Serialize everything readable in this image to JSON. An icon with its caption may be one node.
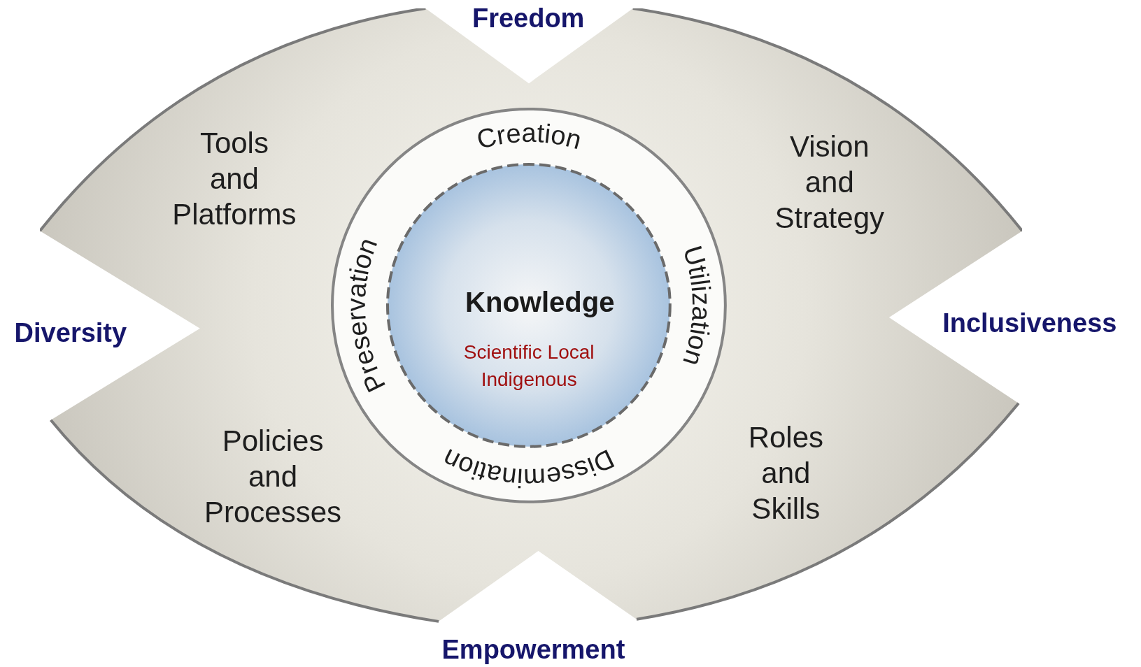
{
  "diagram": {
    "nodes": [
      {
        "text": [
          "Tools and Platforms",
          "Vision and Strategy",
          "Policies and Processes",
          "Roles and Skills"
        ]
      },
      {
        "text": [
          "Creation",
          "Utilization",
          "Dissemination",
          "Preservation"
        ],
        "in": 0
      },
      {
        "text": [
          "Knowledge",
          "Scientific Local Indigenous"
        ],
        "in": 1
      }
    ],
    "labels": [
      "Freedom",
      "Diversity",
      "Inclusiveness",
      "Empowerment"
    ]
  }
}
